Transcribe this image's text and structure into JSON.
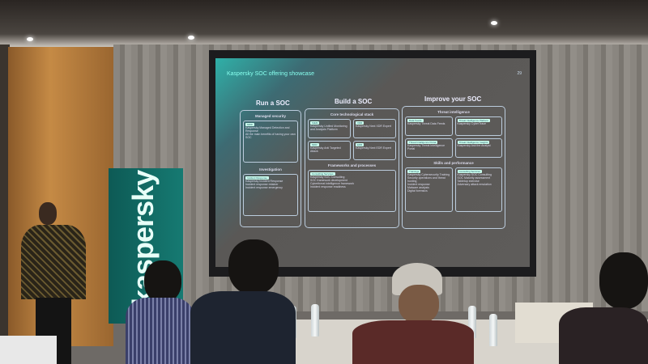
{
  "slide": {
    "title": "Kaspersky SOC offering showcase",
    "page_number": "29",
    "columns": [
      {
        "heading": "Run a SOC",
        "sections": [
          {
            "title": "Managed security",
            "cards": [
              {
                "tag": "MDR",
                "name": "Kaspersky Managed Detection and Response",
                "bullets": [
                  "All the main benefits of having your own SOC"
                ]
              }
            ]
          },
          {
            "title": "Investigation",
            "cards": [
              {
                "tag": "Incident Response",
                "name": "Kaspersky Incident Response",
                "bullets": [
                  "Incident response retainer",
                  "Incident response emergency"
                ]
              }
            ]
          }
        ]
      },
      {
        "heading": "Build a SOC",
        "sections": [
          {
            "title": "Core technological stack",
            "cards": [
              {
                "tag": "SIEM",
                "name": "Kaspersky Unified Monitoring and Analysis Platform"
              },
              {
                "tag": "XDR",
                "name": "Kaspersky Next XDR Expert"
              },
              {
                "tag": "NDR",
                "name": "Kaspersky Anti Targeted Attack"
              },
              {
                "tag": "EDR",
                "name": "Kaspersky Next EDR Expert"
              }
            ]
          },
          {
            "title": "Frameworks and processes",
            "cards": [
              {
                "tag": "Consulting Services",
                "name": "Kaspersky SOC Consulting",
                "bullets": [
                  "SOC framework development",
                  "Cyberthreat intelligence framework",
                  "Incident response readiness"
                ]
              }
            ]
          }
        ]
      },
      {
        "heading": "Improve your SOC",
        "sections": [
          {
            "title": "Threat intelligence",
            "cards": [
              {
                "tag": "Data Feeds",
                "name": "Kaspersky Threat Data Feeds"
              },
              {
                "tag": "Threat Intelligence Platform",
                "name": "Kaspersky CyberTrace"
              },
              {
                "tag": "Threat Intelligence Portal",
                "name": "Kaspersky Threat Intelligence Portal"
              },
              {
                "tag": "Threat Intelligence Insights",
                "name": "Kaspersky Ask the Analyst"
              }
            ]
          },
          {
            "title": "Skills and performance",
            "cards": [
              {
                "tag": "Trainings",
                "name": "Kaspersky Cybersecurity Training",
                "bullets": [
                  "Security operations and threat hunting",
                  "Incident response",
                  "Malware analysis",
                  "Digital forensics"
                ]
              },
              {
                "tag": "Consulting Services",
                "name": "Kaspersky SOC Consulting",
                "bullets": [
                  "SOC Maturity assessment",
                  "Tabletop exercise",
                  "Adversary attack emulation"
                ]
              }
            ]
          }
        ]
      }
    ]
  },
  "banner": {
    "brand": "kaspersky"
  }
}
